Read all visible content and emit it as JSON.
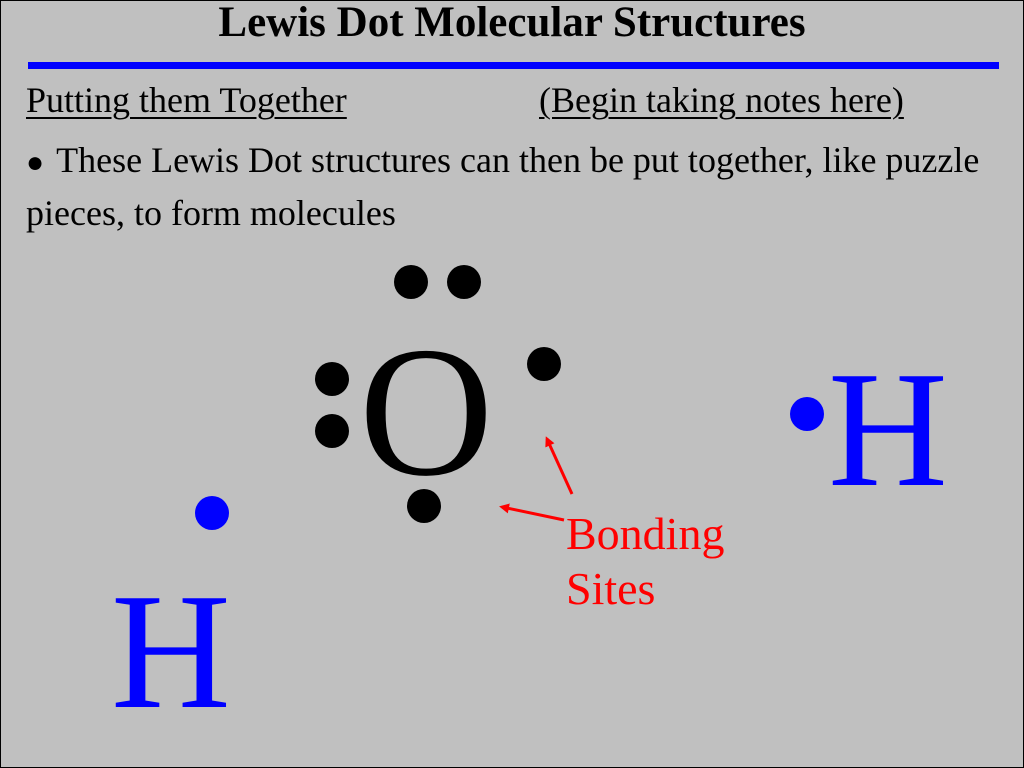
{
  "slide": {
    "title": "Lewis Dot Molecular Structures",
    "subheading_left": "Putting them Together",
    "subheading_right": "(Begin taking notes here)",
    "bullet_symbol": "●",
    "bullet_text": "These Lewis Dot structures can then be put together, like puzzle pieces, to form molecules"
  },
  "diagram": {
    "oxygen_symbol": "O",
    "hydrogen_symbol": "H",
    "label_line1": "Bonding",
    "label_line2": "Sites",
    "colors": {
      "background": "#c0c0c0",
      "rule": "#0000ff",
      "hydrogen": "#0000ff",
      "oxygen": "#000000",
      "annotation": "#ff0000"
    }
  }
}
